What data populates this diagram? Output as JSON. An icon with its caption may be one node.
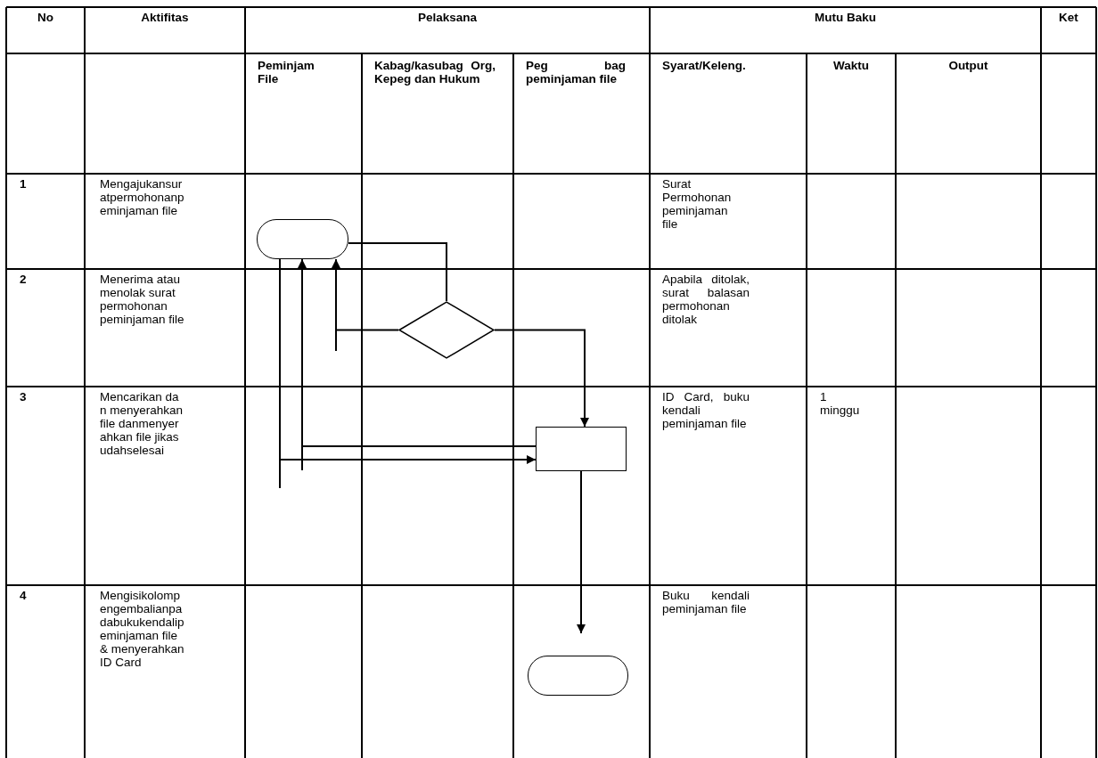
{
  "diagram": {
    "nodes": [
      {
        "text": [],
        "shape": "box"
      },
      {
        "text": [],
        "shape": "diamond"
      },
      {
        "text": [],
        "shape": "box"
      },
      {
        "text": [],
        "shape": "box"
      }
    ],
    "edges": [
      {
        "from": 0,
        "to": 1,
        "arrow": "none"
      },
      {
        "from": 1,
        "to": 0,
        "arrow": "to"
      },
      {
        "from": 1,
        "to": 2,
        "arrow": "to"
      },
      {
        "from": 2,
        "to": 0,
        "arrow": "to"
      },
      {
        "from": 0,
        "to": 2,
        "arrow": "to"
      },
      {
        "from": 2,
        "to": 3,
        "arrow": "to"
      }
    ],
    "labels": [
      "No",
      "Aktifitas",
      "Pelaksana",
      "Mutu Baku",
      "Ket",
      "Peminjam File",
      "Kabag/kasubag Org, Kepeg dan Hukum",
      "Peg bag peminjaman file",
      "Syarat/Keleng.",
      "Waktu",
      "Output",
      "1",
      "Mengajukansuratpermohonanpeminjaman file",
      "Surat Permohonan peminjaman file",
      "2",
      "Menerima atau menolak surat permohonan peminjaman file",
      "Apabila ditolak, surat balasan permohonan ditolak",
      "3",
      "Mencarikan dan menyerahkan file danmenyerahkan file jikasudahselesai",
      "ID Card, buku kendali peminjaman file",
      "1 minggu",
      "4",
      "Mengisikolompengembalianpadabukukendalipeminjaman file& menyerahkan ID Card",
      "Buku kendali peminjaman file"
    ]
  }
}
